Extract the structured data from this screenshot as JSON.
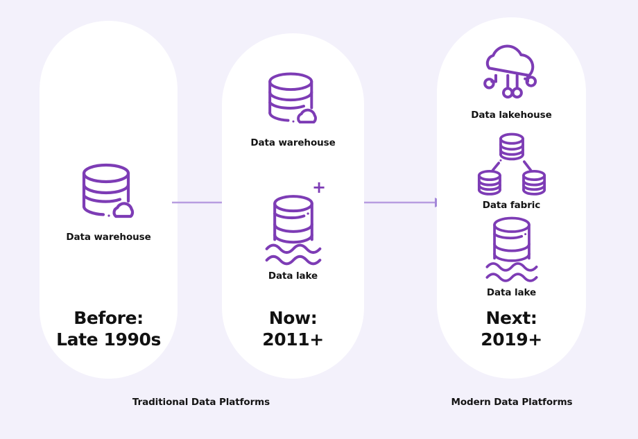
{
  "diagram": {
    "title_hidden": "",
    "background_color": "#f3f1fb",
    "pill_color": "#ffffff",
    "accent_color": "#7d3cb5",
    "arrow_color": "#b79de0",
    "text_color": "#141414"
  },
  "columns": [
    {
      "id": "before",
      "era_line1": "Before:",
      "era_line2": "Late 1990s",
      "items": [
        {
          "icon": "database-cloud-icon",
          "label": "Data warehouse"
        }
      ]
    },
    {
      "id": "now",
      "era_line1": "Now:",
      "era_line2": "2011+",
      "connector": "+",
      "items": [
        {
          "icon": "database-cloud-icon",
          "label": "Data warehouse"
        },
        {
          "icon": "database-waves-icon",
          "label": "Data lake"
        }
      ]
    },
    {
      "id": "next",
      "era_line1": "Next:",
      "era_line2": "2019+",
      "items": [
        {
          "icon": "cloud-nodes-icon",
          "label": "Data lakehouse"
        },
        {
          "icon": "database-network-icon",
          "label": "Data fabric"
        },
        {
          "icon": "database-waves-icon",
          "label": "Data lake"
        }
      ]
    }
  ],
  "arrows": [
    {
      "id": "arrow-before-to-now",
      "direction": "right"
    },
    {
      "id": "arrow-now-to-next",
      "direction": "right"
    }
  ],
  "footers": {
    "traditional": "Traditional Data Platforms",
    "modern": "Modern Data Platforms"
  }
}
